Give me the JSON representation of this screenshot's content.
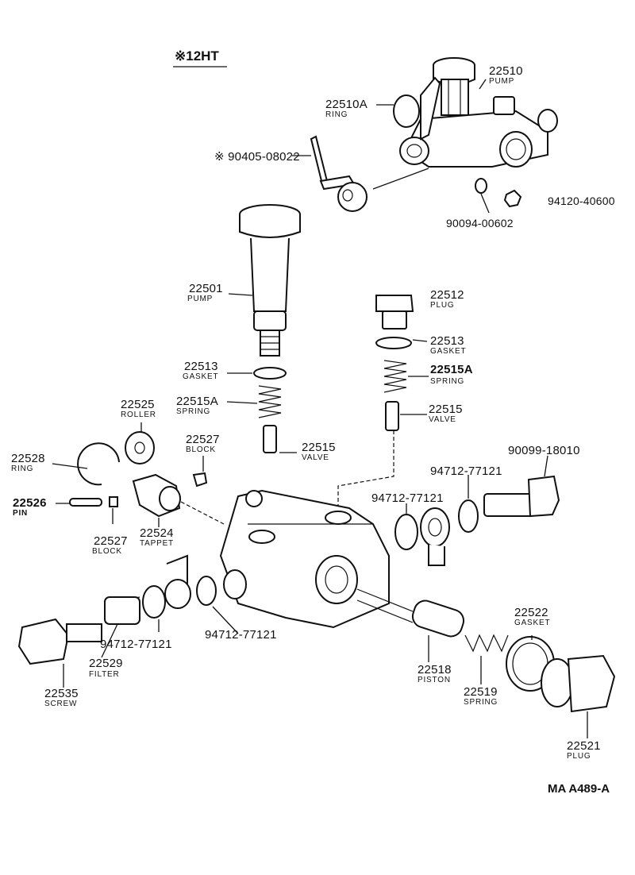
{
  "diagram": {
    "title": "※12HT",
    "code": "MA  A489-A",
    "parts": [
      {
        "number": "22510",
        "name": "PUMP"
      },
      {
        "number": "22510A",
        "name": "RING"
      },
      {
        "number": "※ 90405-08022",
        "name": ""
      },
      {
        "number": "94120-40600",
        "name": ""
      },
      {
        "number": "90094-00602",
        "name": ""
      },
      {
        "number": "22501",
        "name": "PUMP"
      },
      {
        "number": "22512",
        "name": "PLUG"
      },
      {
        "number": "22513",
        "name": "GASKET"
      },
      {
        "number": "22513",
        "name": "GASKET"
      },
      {
        "number": "22515A",
        "name": "SPRING"
      },
      {
        "number": "22515A",
        "name": "SPRING"
      },
      {
        "number": "22515",
        "name": "VALVE"
      },
      {
        "number": "22515",
        "name": "VALVE"
      },
      {
        "number": "22525",
        "name": "ROLLER"
      },
      {
        "number": "22527",
        "name": "BLOCK"
      },
      {
        "number": "22528",
        "name": "RING"
      },
      {
        "number": "22526",
        "name": "PIN"
      },
      {
        "number": "22527",
        "name": "BLOCK"
      },
      {
        "number": "22524",
        "name": "TAPPET"
      },
      {
        "number": "90099-18010",
        "name": ""
      },
      {
        "number": "94712-77121",
        "name": ""
      },
      {
        "number": "94712-77121",
        "name": ""
      },
      {
        "number": "94712-77121",
        "name": ""
      },
      {
        "number": "94712-77121",
        "name": ""
      },
      {
        "number": "22529",
        "name": "FILTER"
      },
      {
        "number": "22535",
        "name": "SCREW"
      },
      {
        "number": "22518",
        "name": "PISTON"
      },
      {
        "number": "22519",
        "name": "SPRING"
      },
      {
        "number": "22522",
        "name": "GASKET"
      },
      {
        "number": "22521",
        "name": "PLUG"
      }
    ]
  }
}
